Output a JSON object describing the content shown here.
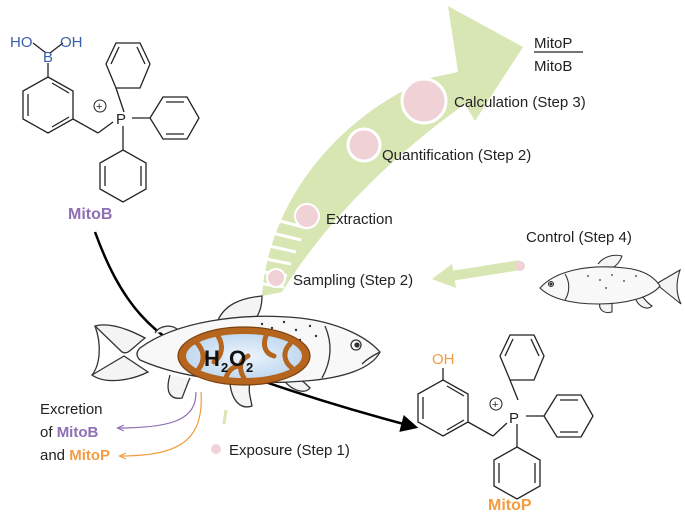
{
  "molecules": {
    "mitob": {
      "name": "MitoB",
      "ho_left": "HO",
      "boron": "B",
      "oh_right": "OH",
      "phosphorus": "P",
      "charge": "+"
    },
    "mitop": {
      "name": "MitoP",
      "oh": "OH",
      "phosphorus": "P",
      "charge": "+"
    }
  },
  "ratio": {
    "numerator": "MitoP",
    "denominator": "MitoB"
  },
  "steps": {
    "calculation": "Calculation (Step 3)",
    "quantification": "Quantification (Step 2)",
    "extraction": "Extraction",
    "sampling": "Sampling (Step 2)",
    "control": "Control (Step 4)",
    "exposure": "Exposure  (Step 1)"
  },
  "h2o2": {
    "h": "H",
    "two_a": "2",
    "o": "O",
    "two_b": "2"
  },
  "excretion": {
    "line1": "Excretion",
    "of": "of ",
    "mitob": "MitoB",
    "and": "and ",
    "mitop": "MitoP"
  },
  "colors": {
    "mitob_purple": "#8e6fb3",
    "mitop_orange": "#f39c42",
    "arrow_green": "#d8e6b4",
    "bubble_pink": "#f0d2d6",
    "mito_brown": "#b5651d",
    "mito_blue": "#c8def2",
    "boron_blue": "#3a5fa8"
  }
}
